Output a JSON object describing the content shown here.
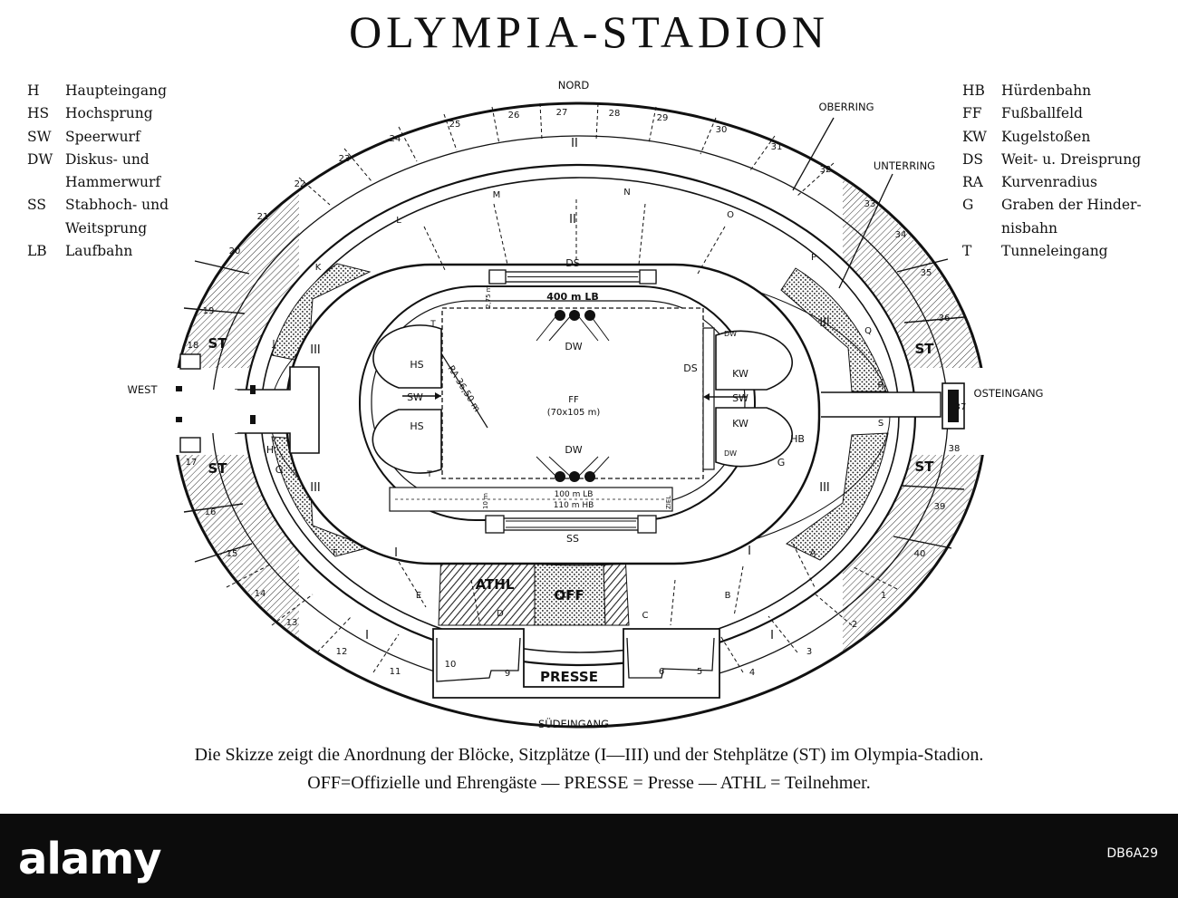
{
  "title": "OLYMPIA-STADION",
  "legend_left": [
    {
      "code": "H",
      "text": "Haupteingang"
    },
    {
      "code": "HS",
      "text": "Hochsprung"
    },
    {
      "code": "SW",
      "text": "Speerwurf"
    },
    {
      "code": "DW",
      "text": "Diskus- und"
    },
    {
      "code": "",
      "text": "Hammerwurf"
    },
    {
      "code": "SS",
      "text": "Stabhoch- und"
    },
    {
      "code": "",
      "text": "Weitsprung"
    },
    {
      "code": "LB",
      "text": "Laufbahn"
    }
  ],
  "legend_right": [
    {
      "code": "HB",
      "text": "Hürdenbahn"
    },
    {
      "code": "FF",
      "text": "Fußballfeld"
    },
    {
      "code": "KW",
      "text": "Kugelstoßen"
    },
    {
      "code": "DS",
      "text": "Weit- u. Dreisprung"
    },
    {
      "code": "RA",
      "text": "Kurvenradius"
    },
    {
      "code": "G",
      "text": "Graben der Hinder-"
    },
    {
      "code": "",
      "text": "nisbahn"
    },
    {
      "code": "T",
      "text": "Tunneleingang"
    }
  ],
  "compass": {
    "north": "NORD",
    "west": "WEST",
    "east": "OSTEINGANG",
    "south": "SÜDEINGANG"
  },
  "rings": {
    "upper": "OBERRING",
    "lower": "UNTERRING"
  },
  "areas": {
    "ff": "FF",
    "ff_size": "(70x105 m)",
    "lb400": "400 m LB",
    "lb100": "100 m LB",
    "hb110": "110 m HB",
    "ds": "DS",
    "ss": "SS",
    "dw": "DW",
    "hs": "HS",
    "sw": "SW",
    "kw": "KW",
    "radius": "RA 36,50 m",
    "ziel": "ZIEL",
    "w275": "2,75 m",
    "w10": "10 m",
    "t": "T",
    "hb": "HB",
    "g": "G",
    "h": "H",
    "athl": "ATHL",
    "off": "OFF",
    "presse": "PRESSE",
    "st": "ST"
  },
  "roman": {
    "one": "I",
    "two": "II",
    "three": "III"
  },
  "block_numbers": [
    "1",
    "2",
    "3",
    "4",
    "5",
    "6",
    "9",
    "10",
    "11",
    "12",
    "13",
    "14",
    "15",
    "16",
    "17",
    "18",
    "19",
    "20",
    "21",
    "22",
    "23",
    "24",
    "25",
    "26",
    "27",
    "28",
    "29",
    "30",
    "31",
    "32",
    "33",
    "34",
    "35",
    "36",
    "37",
    "38",
    "39",
    "40"
  ],
  "block_letters": [
    "A",
    "B",
    "C",
    "D",
    "E",
    "F",
    "G",
    "H",
    "J",
    "K",
    "L",
    "M",
    "N",
    "O",
    "P",
    "Q",
    "R",
    "S"
  ],
  "caption": [
    "Die Skizze zeigt die Anordnung der Blöcke, Sitzplätze (I—III) und der Stehplätze (ST) im Olympia-Stadion.",
    "OFF=Offizielle und Ehrengäste — PRESSE = Presse — ATHL = Teilnehmer."
  ],
  "watermark": {
    "logo": "alamy",
    "id": "DB6A29"
  }
}
